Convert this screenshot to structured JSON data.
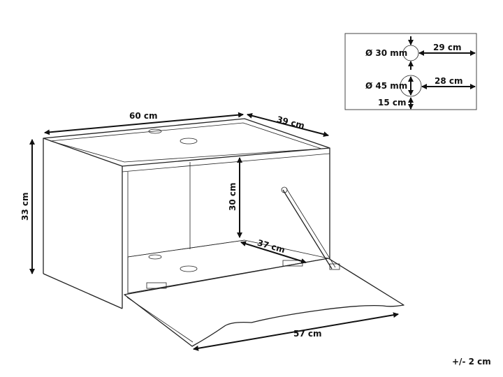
{
  "dimensions": {
    "width": "60 cm",
    "depth": "39 cm",
    "height": "33 cm",
    "inner_height": "30 cm",
    "inner_depth": "37 cm",
    "flap_width": "57 cm",
    "tolerance": "+/- 2 cm"
  },
  "inset": {
    "hole_small": "Ø 30 mm",
    "hole_small_offset": "29 cm",
    "hole_large": "Ø 45 mm",
    "hole_large_offset": "28 cm",
    "hole_large_bottom": "15 cm"
  }
}
